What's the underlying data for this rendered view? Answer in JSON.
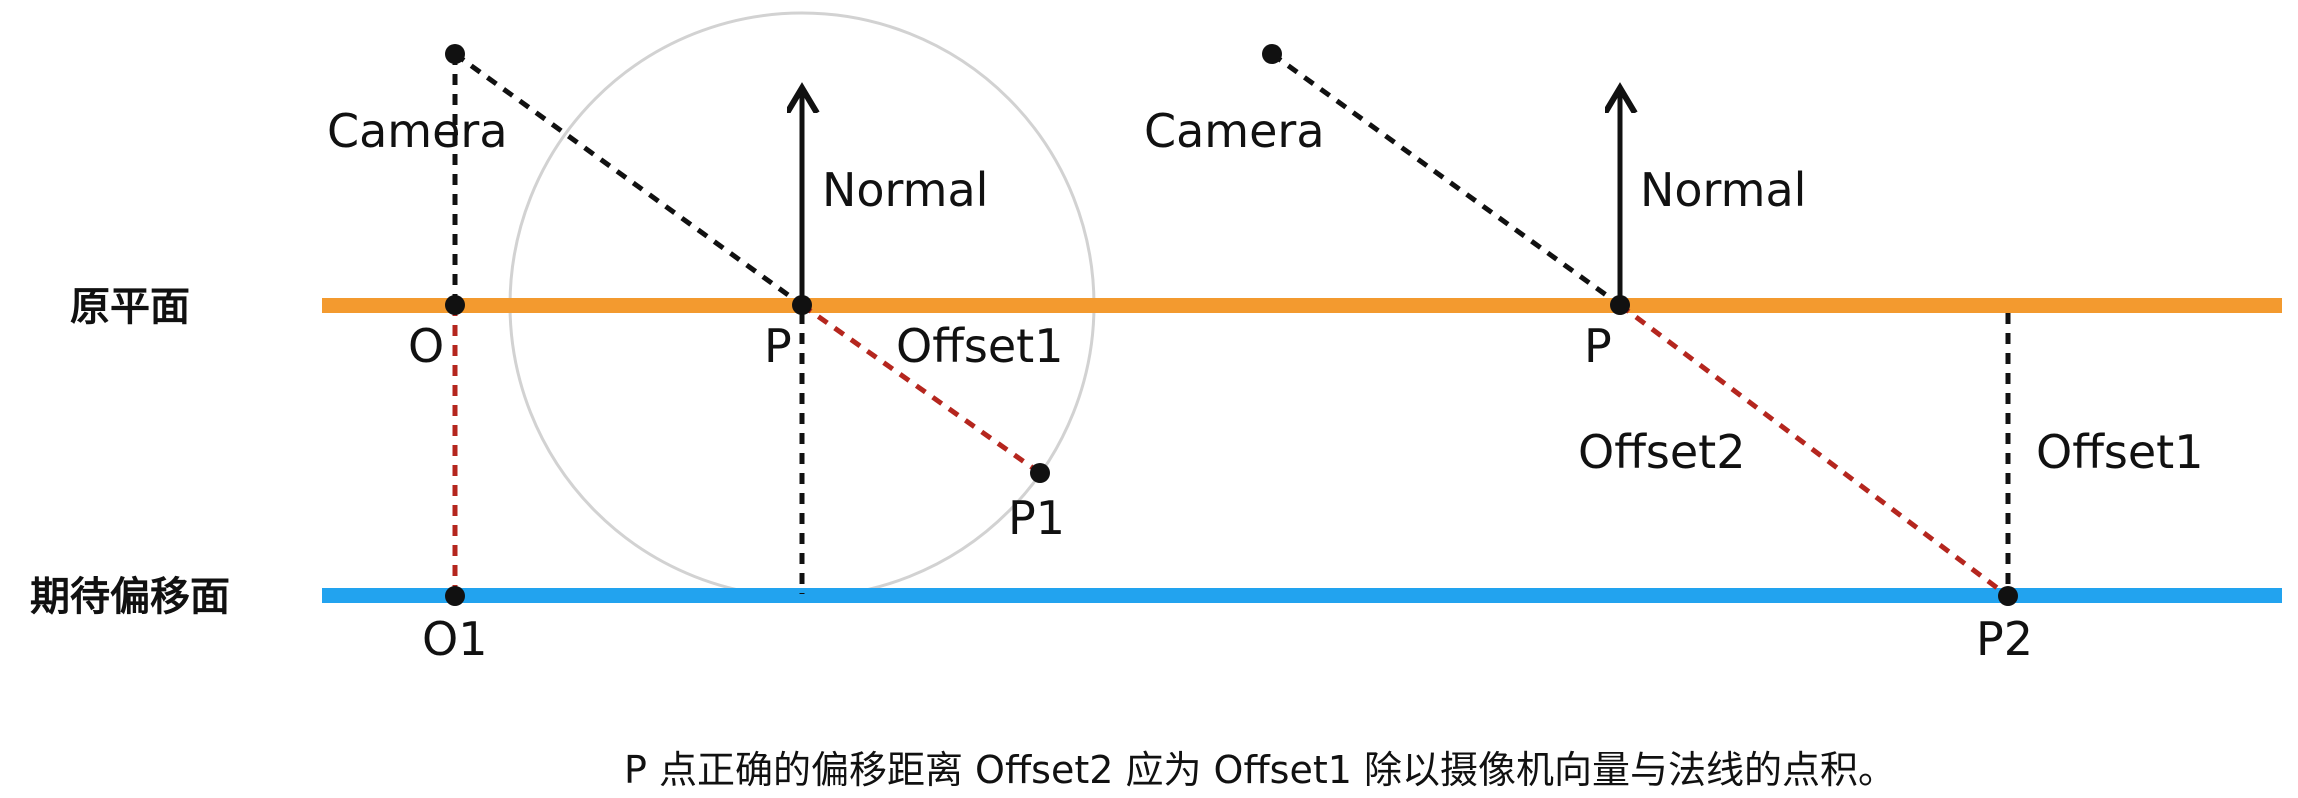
{
  "planes": {
    "original_label": "原平面",
    "target_label": "期待偏移面",
    "original_color": "#f39a2f",
    "target_color": "#22a3ef"
  },
  "left_panel": {
    "camera_label": "Camera",
    "normal_label": "Normal",
    "point_o_label": "O",
    "point_o1_label": "O1",
    "point_p_label": "P",
    "point_p1_label": "P1",
    "offset_label": "Offset1"
  },
  "right_panel": {
    "camera_label": "Camera",
    "normal_label": "Normal",
    "point_p_label": "P",
    "point_p2_label": "P2",
    "offset2_label": "Offset2",
    "offset1_label": "Offset1"
  },
  "colors": {
    "ink": "#111111",
    "offset_dash": "#b5261e",
    "circle": "#d2d2d2"
  },
  "caption": "P 点正确的偏移距离 Offset2 应为 Offset1 除以摄像机向量与法线的点积。"
}
